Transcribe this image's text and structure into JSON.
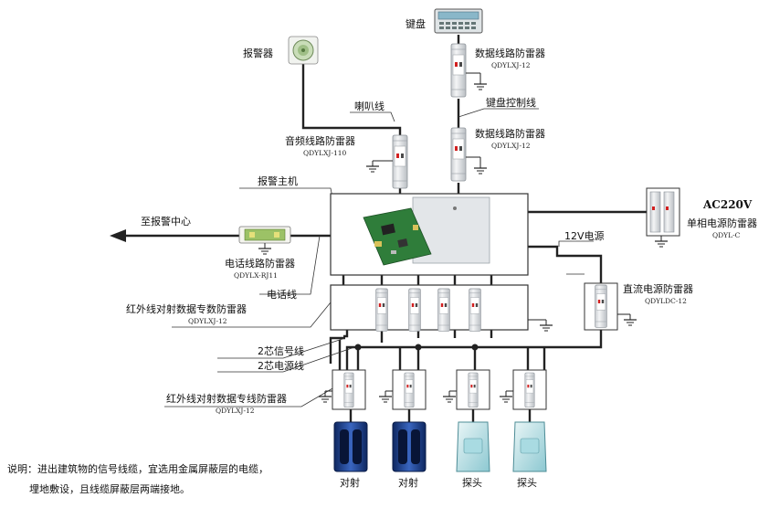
{
  "labels": {
    "keyboard": "键盘",
    "alarm": "报警器",
    "data_spd_top": "数据线路防雷器",
    "data_spd_top_model": "QDYLXJ-12",
    "keyboard_ctrl": "键盘控制线",
    "data_spd_mid": "数据线路防雷器",
    "data_spd_mid_model": "QDYLXJ-12",
    "speaker_line": "喇叭线",
    "audio_spd": "音频线路防雷器",
    "audio_spd_model": "QDYLXJ-110",
    "alarm_host": "报警主机",
    "to_center": "至报警中心",
    "phone_spd": "电话线路防雷器",
    "phone_spd_model": "QDYLX-RJ11",
    "phone_line": "电话线",
    "ir_dedicated_spd": "红外线对射数据专数防雷器",
    "ir_dedicated_spd_model": "QDYLXJ-12",
    "ac220": "AC220V",
    "single_phase_spd": "单相电源防雷器",
    "single_phase_spd_model": "QDYL-C",
    "v12": "12V电源",
    "dc_spd": "直流电源防雷器",
    "dc_spd_model": "QDYLDC-12",
    "signal_2core": "2芯信号线",
    "power_2core": "2芯电源线",
    "ir_line_spd": "红外线对射数据专线防雷器",
    "ir_line_spd_model": "QDYLXJ-12",
    "dev1": "对射",
    "dev2": "对射",
    "dev3": "探头",
    "dev4": "探头"
  },
  "note": {
    "line1": "说明：进出建筑物的信号线缆，宜选用金属屏蔽层的电缆，",
    "line2": "埋地敷设，且线缆屏蔽层两端接地。"
  },
  "colors": {
    "line": "#222222",
    "spd_body": "#eef0f2",
    "spd_red": "#d22020",
    "board_green": "#2f7d3a",
    "ir_blue": "#1d3f8f",
    "probe_teal": "#6fb8c4"
  }
}
